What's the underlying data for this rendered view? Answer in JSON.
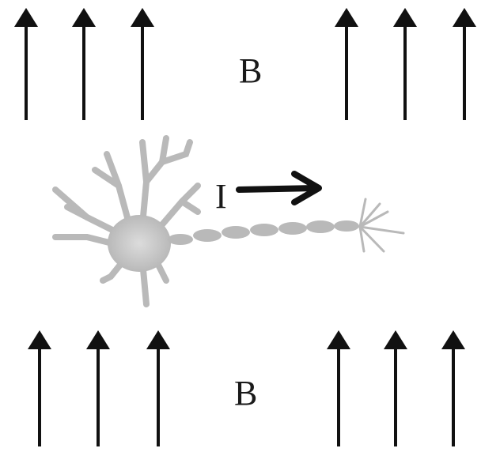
{
  "field": {
    "top_label": "B",
    "bottom_label": "B",
    "arrow_direction": "up",
    "arrow_color": "#111111"
  },
  "current": {
    "label": "I",
    "arrow_direction": "right",
    "arrow_color": "#111111"
  },
  "neuron": {
    "color": "#b9b9b9",
    "highlight_color": "#d8d8d8"
  }
}
